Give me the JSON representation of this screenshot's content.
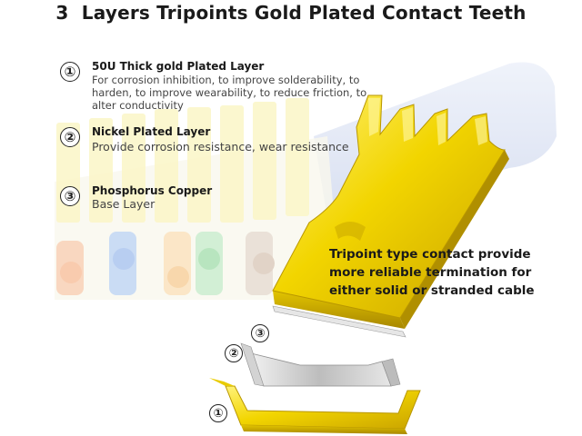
{
  "title": "3  Layers Tripoints Gold Plated Contact Teeth",
  "layers": [
    {
      "number": "①",
      "heading": "50U Thick gold Plated Layer",
      "description": "For corrosion inhibition, to improve solderability, to harden, to improve wearability, to reduce friction, to alter conductivity"
    },
    {
      "number": "②",
      "heading": "Nickel Plated Layer",
      "description": "Provide corrosion resistance, wear resistance"
    },
    {
      "number": "③",
      "heading": "Phosphorus Copper",
      "description": "Base Layer"
    }
  ],
  "callout": "Tripoint type contact provide more reliable termination for either solid or stranded cable",
  "diagram_labels": [
    "③",
    "②",
    "①"
  ],
  "colors": {
    "gold": "#f0d200",
    "gold_dark": "#c9a800",
    "silver": "#c9c9c9",
    "cable_blue": "#c7d3ee"
  }
}
